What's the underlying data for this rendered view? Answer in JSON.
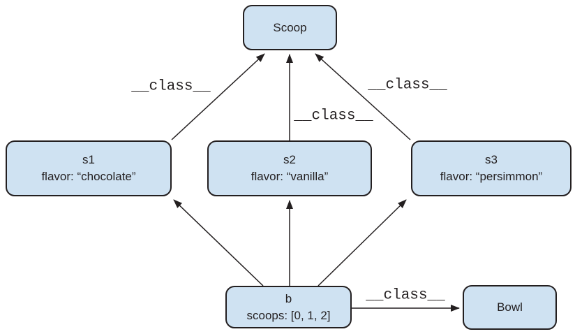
{
  "nodes": {
    "scoop": {
      "title": "Scoop"
    },
    "s1": {
      "title": "s1",
      "attr": "flavor: “chocolate”"
    },
    "s2": {
      "title": "s2",
      "attr": "flavor: “vanilla”"
    },
    "s3": {
      "title": "s3",
      "attr": "flavor: “persimmon”"
    },
    "b": {
      "title": "b",
      "attr": "scoops: [0, 1, 2]"
    },
    "bowl": {
      "title": "Bowl"
    }
  },
  "edge_labels": {
    "s1_scoop": "__class__",
    "s2_scoop": "__class__",
    "s3_scoop": "__class__",
    "b_bowl": "__class__"
  },
  "colors": {
    "node_fill": "#cfe2f2",
    "node_border": "#231f20",
    "arrow": "#231f20",
    "text": "#231f20",
    "background": "#ffffff"
  }
}
